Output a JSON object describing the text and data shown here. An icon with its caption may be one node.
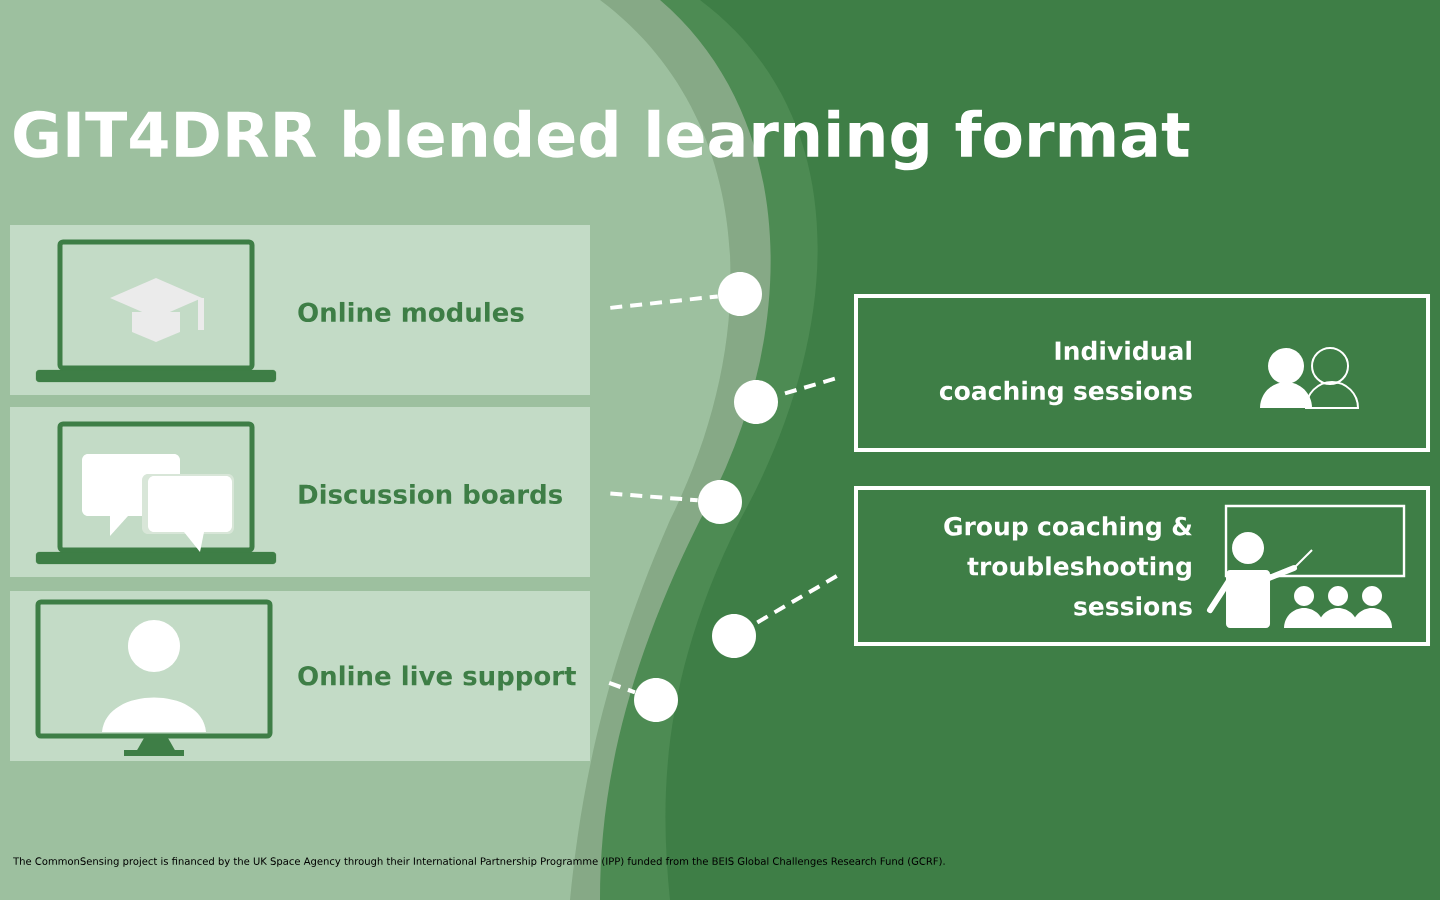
{
  "diagram": {
    "title": "GIT4DRR blended learning format",
    "nodes": [
      {
        "text": [
          "Online modules"
        ]
      },
      {
        "text": [
          "Discussion boards"
        ]
      },
      {
        "text": [
          "Online live support"
        ]
      },
      {
        "text": [
          "Individual coaching sessions"
        ]
      },
      {
        "text": [
          "Group coaching & troubleshooting sessions"
        ]
      },
      {
        "text": [],
        "shape": "circle"
      },
      {
        "text": [],
        "shape": "circle"
      },
      {
        "text": [],
        "shape": "circle"
      },
      {
        "text": [],
        "shape": "circle"
      },
      {
        "text": [],
        "shape": "circle"
      }
    ],
    "edges": [
      {
        "from": 0,
        "to": 5,
        "arrow": "none",
        "style": "dashed"
      },
      {
        "from": 3,
        "to": 6,
        "arrow": "none",
        "style": "dashed"
      },
      {
        "from": 1,
        "to": 7,
        "arrow": "none",
        "style": "dashed"
      },
      {
        "from": 4,
        "to": 8,
        "arrow": "none",
        "style": "dashed"
      },
      {
        "from": 2,
        "to": 9,
        "arrow": "none",
        "style": "dashed"
      }
    ],
    "labels": [
      "The CommonSensing project is financed by the UK Space Agency through their International Partnership Programme (IPP) funded from the BEIS Global Challenges Research Fund (GCRF)."
    ]
  }
}
